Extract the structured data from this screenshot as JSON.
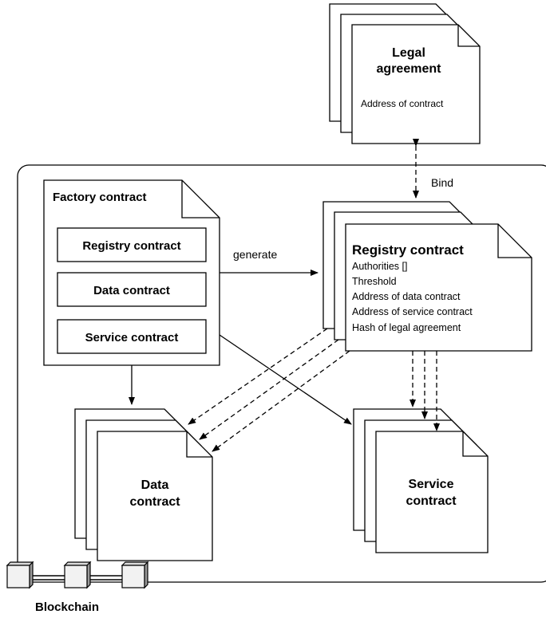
{
  "legal_agreement": {
    "title_line1": "Legal",
    "title_line2": "agreement",
    "field": "Address of contract"
  },
  "bind_label": "Bind",
  "factory_contract": {
    "title": "Factory contract",
    "items": [
      "Registry contract",
      "Data contract",
      "Service contract"
    ]
  },
  "generate_label": "generate",
  "registry_contract": {
    "title": "Registry contract",
    "fields": [
      "Authorities []",
      "Threshold",
      "Address of data contract",
      "Address of service contract",
      "Hash of legal agreement"
    ]
  },
  "data_contract": {
    "line1": "Data",
    "line2": "contract"
  },
  "service_contract": {
    "line1": "Service",
    "line2": "contract"
  },
  "blockchain_label": "Blockchain"
}
